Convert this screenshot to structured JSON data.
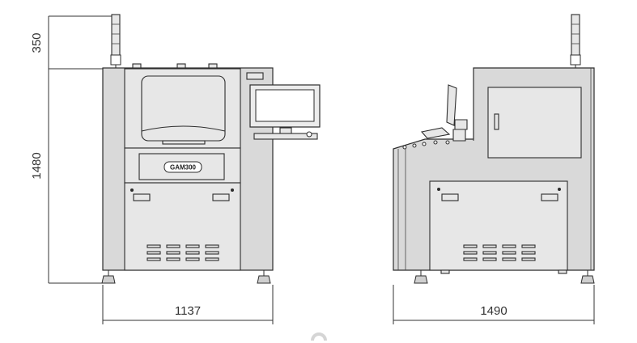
{
  "dimensions": {
    "top_height": "350",
    "body_height": "1480",
    "front_width": "1137",
    "side_width": "1490"
  },
  "brand_label": "GAM300",
  "colors": {
    "panel": "#d9d9d9",
    "outline": "#2d2d2d",
    "background": "#ffffff"
  }
}
